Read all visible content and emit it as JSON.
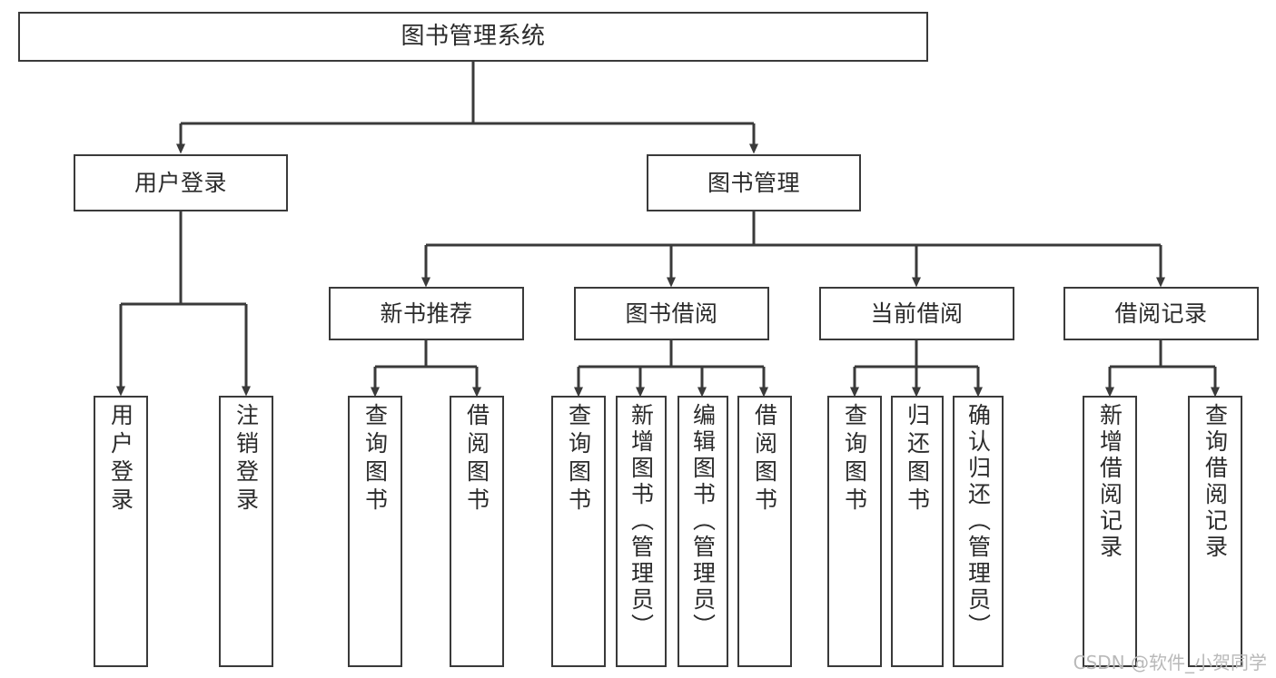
{
  "diagram": {
    "title": "图书管理系统",
    "watermark": "CSDN @软件_小贺同学",
    "stroke_color": "#3a3a3a",
    "text_color": "#2b2b2b",
    "background_color": "#ffffff",
    "watermark_color": "#b9b9b9",
    "root": {
      "label": "图书管理系统"
    },
    "level2": [
      {
        "label": "用户登录"
      },
      {
        "label": "图书管理"
      }
    ],
    "level3": [
      {
        "label": "新书推荐"
      },
      {
        "label": "图书借阅"
      },
      {
        "label": "当前借阅"
      },
      {
        "label": "借阅记录"
      }
    ],
    "leaves": {
      "user_login": [
        {
          "label": "用户登录"
        },
        {
          "label": "注销登录"
        }
      ],
      "new_book_recommend": [
        {
          "label": "查询图书"
        },
        {
          "label": "借阅图书"
        }
      ],
      "book_borrow": [
        {
          "label": "查询图书"
        },
        {
          "label": "新增图书（管理员）"
        },
        {
          "label": "编辑图书（管理员）"
        },
        {
          "label": "借阅图书"
        }
      ],
      "current_borrow": [
        {
          "label": "查询图书"
        },
        {
          "label": "归还图书"
        },
        {
          "label": "确认归还（管理员）"
        }
      ],
      "borrow_record": [
        {
          "label": "新增借阅记录"
        },
        {
          "label": "查询借阅记录"
        }
      ]
    }
  }
}
